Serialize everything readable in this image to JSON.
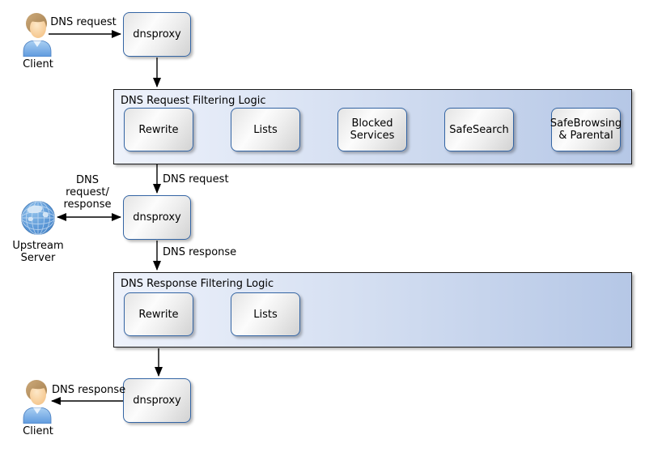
{
  "diagram": {
    "actors": {
      "client_top": {
        "label": "Client"
      },
      "client_bottom": {
        "label": "Client"
      },
      "upstream": {
        "label": "Upstream Server"
      }
    },
    "nodes": {
      "proxy1": {
        "label": "dnsproxy"
      },
      "proxy2": {
        "label": "dnsproxy"
      },
      "proxy3": {
        "label": "dnsproxy"
      }
    },
    "request_filter": {
      "title": "DNS Request Filtering Logic",
      "steps": [
        "Rewrite",
        "Lists",
        "Blocked Services",
        "SafeSearch",
        "SafeBrowsing & Parental"
      ]
    },
    "response_filter": {
      "title": "DNS Response Filtering Logic",
      "steps": [
        "Rewrite",
        "Lists"
      ]
    },
    "edge_labels": {
      "client_request": "DNS request",
      "filtered_request": "DNS request",
      "upstream_exchange": "DNS request/ response",
      "proxy_response": "DNS response",
      "client_response": "DNS response"
    },
    "colors": {
      "node_border": "#3465a4",
      "group_border": "#1a1a1a",
      "group_fill_left": "#eef2fb",
      "group_fill_right": "#b5c7e6",
      "arrow": "#000000"
    }
  }
}
